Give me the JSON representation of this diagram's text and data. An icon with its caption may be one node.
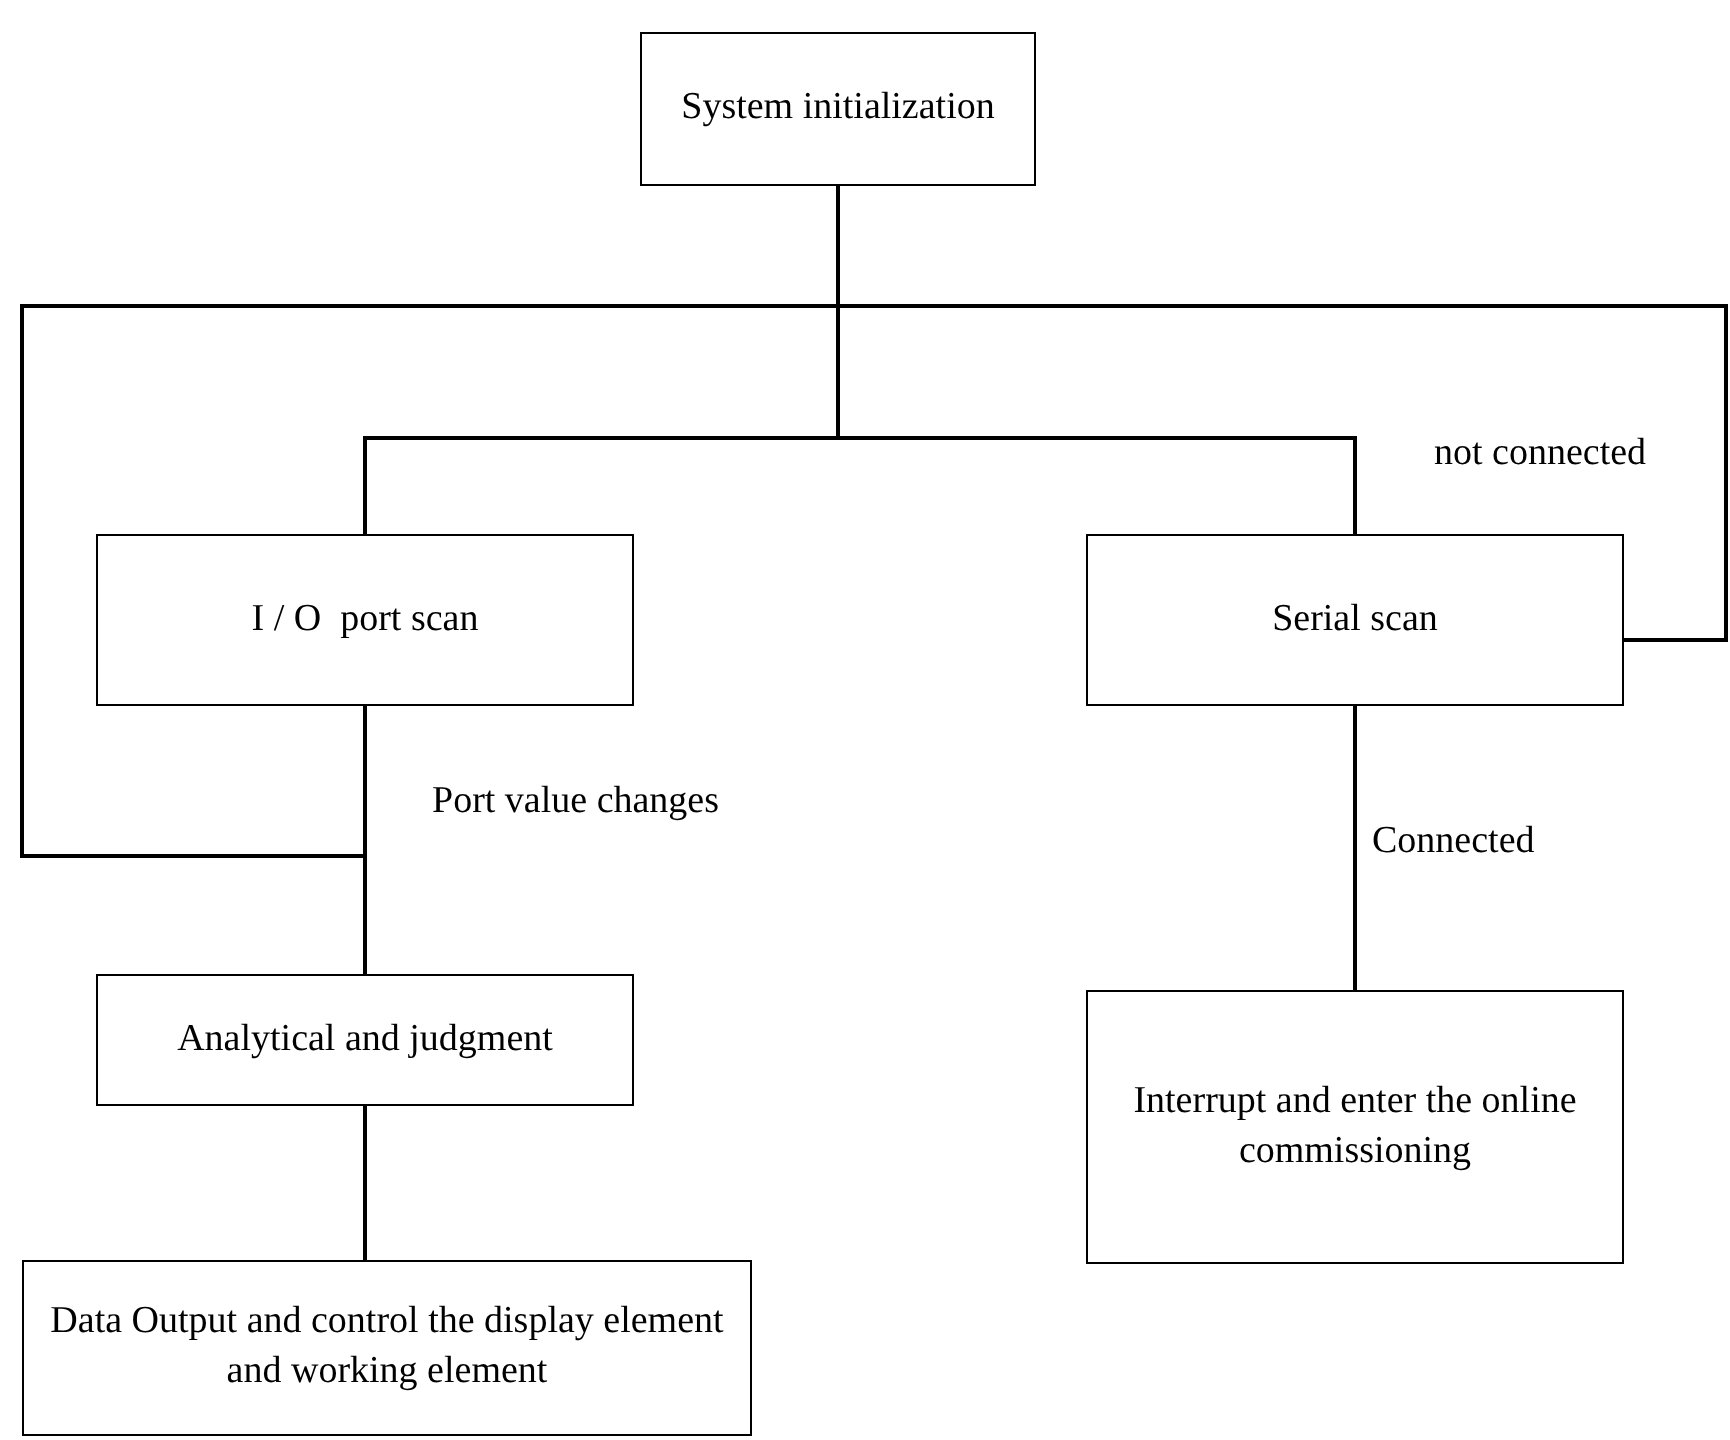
{
  "diagram": {
    "nodes": [
      {
        "text": [
          "System initialization"
        ]
      },
      {
        "text": [
          "I / O  port scan"
        ]
      },
      {
        "text": [
          "Serial scan"
        ]
      },
      {
        "text": [
          "Analytical and judgment"
        ]
      },
      {
        "text": [
          "Interrupt and enter the online commissioning"
        ]
      },
      {
        "text": [
          "Data Output and control the display element and working element"
        ]
      }
    ],
    "edges": [
      {
        "from": 0,
        "to": 1,
        "arrow": "none"
      },
      {
        "from": 0,
        "to": 2,
        "arrow": "none"
      },
      {
        "from": 2,
        "to": 0,
        "arrow": "none",
        "label": "not connected"
      },
      {
        "from": 1,
        "to": 3,
        "arrow": "none",
        "label": "Port value changes"
      },
      {
        "from": 1,
        "to": 0,
        "arrow": "none"
      },
      {
        "from": 2,
        "to": 4,
        "arrow": "none",
        "label": "Connected"
      },
      {
        "from": 3,
        "to": 5,
        "arrow": "none"
      }
    ]
  }
}
